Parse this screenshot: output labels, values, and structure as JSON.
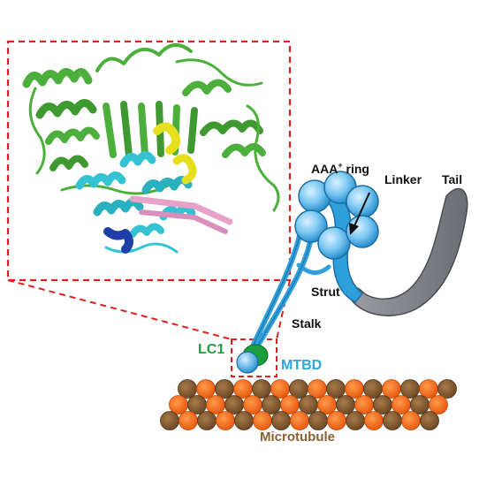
{
  "labels": {
    "aaa_ring_prefix": "AAA",
    "aaa_ring_superscript": "+",
    "aaa_ring_suffix": " ring",
    "linker": "Linker",
    "tail": "Tail",
    "strut": "Strut",
    "stalk": "Stalk",
    "lc1": "LC1",
    "mtbd": "MTBD",
    "microtubule": "Microtubule"
  },
  "colors": {
    "dynein_blue": "#2f9fdc",
    "dynein_light_blue": "#8cd0f5",
    "tail_gray": "#808488",
    "lc1_green": "#1a9f3c",
    "mtbd_label": "#29a8e0",
    "microtubule_brown": "#8a6236",
    "microtubule_orange": "#f26a1a",
    "dashed_red": "#e02020",
    "ribbon_green": "#4caf3c",
    "ribbon_cyan": "#35c3d3",
    "ribbon_yellow": "#e6df1e",
    "ribbon_pink": "#e6a2c8",
    "ribbon_navy": "#1f3fa8"
  }
}
